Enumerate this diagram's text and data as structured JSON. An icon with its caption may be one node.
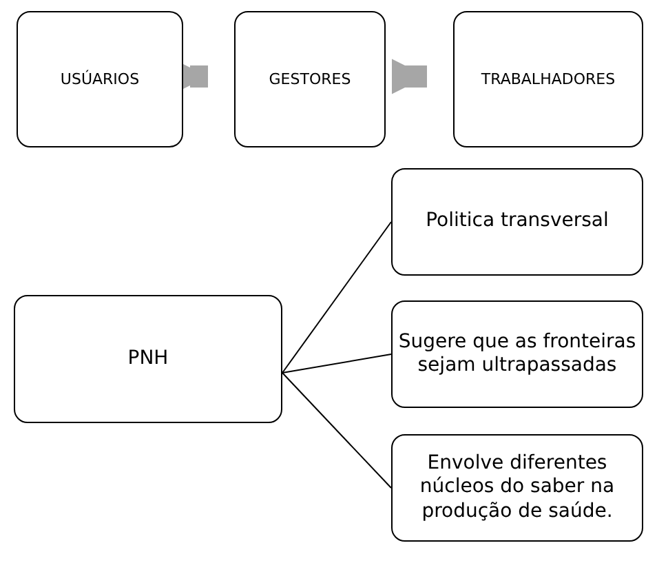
{
  "diagram": {
    "nodes": [
      {
        "text": [
          "USÚARIOS"
        ]
      },
      {
        "text": [
          "GESTORES"
        ]
      },
      {
        "text": [
          "TRABALHADORES"
        ]
      },
      {
        "text": [
          "PNH"
        ]
      },
      {
        "text": [
          "Politica transversal"
        ]
      },
      {
        "text": [
          "Sugere que as fronteiras sejam ultrapassadas"
        ]
      },
      {
        "text": [
          "Envolve diferentes núcleos do saber na produção de saúde."
        ]
      }
    ],
    "edges": [
      {
        "from": 0,
        "to": 1,
        "arrow": "to",
        "style": "thick",
        "color": "#a6a6a6"
      },
      {
        "from": 1,
        "to": 2,
        "arrow": "to",
        "style": "thick",
        "color": "#a6a6a6"
      },
      {
        "from": 3,
        "to": 4,
        "arrow": "none"
      },
      {
        "from": 3,
        "to": 5,
        "arrow": "none"
      },
      {
        "from": 3,
        "to": 6,
        "arrow": "none"
      }
    ]
  }
}
